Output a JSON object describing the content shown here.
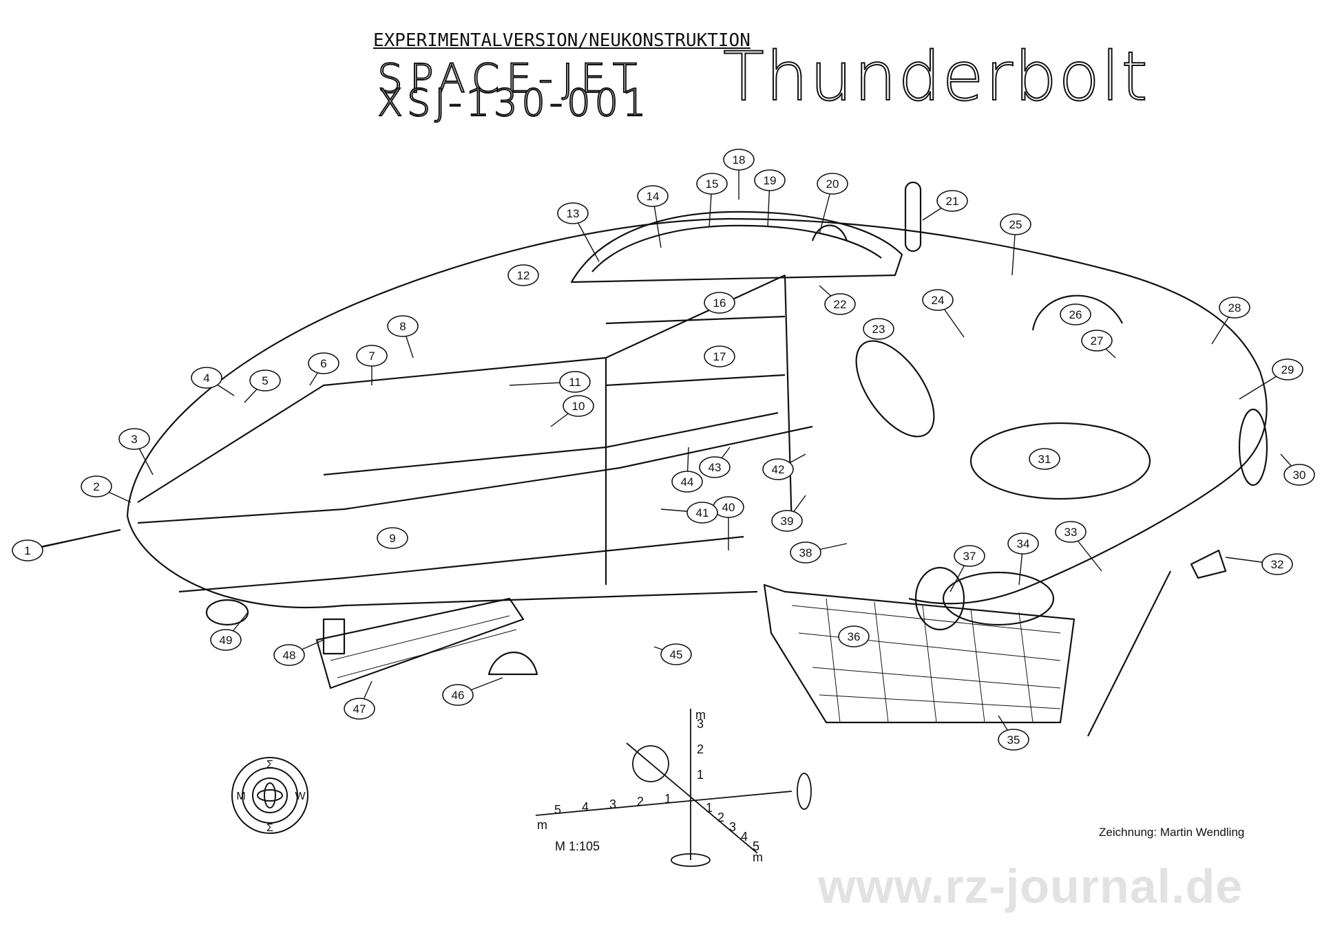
{
  "header": {
    "subtitle": "EXPERIMENTALVERSION/NEUKONSTRUKTION",
    "line1": "SPACE-JET",
    "line2": "XSJ-130-001",
    "name": "Thunderbolt"
  },
  "credit": "Zeichnung: Martin Wendling",
  "watermark": "www.rz-journal.de",
  "scale": {
    "label": "M 1:105",
    "unit": "m",
    "ticks": [
      "5",
      "4",
      "3",
      "2",
      "1"
    ],
    "vticks": [
      "3",
      "2",
      "1"
    ],
    "dticks": [
      "1",
      "2",
      "3",
      "4",
      "5"
    ]
  },
  "emblem_letters": [
    "Σ",
    "W",
    "Σ",
    "M"
  ],
  "callouts": [
    "1",
    "2",
    "3",
    "4",
    "5",
    "6",
    "7",
    "8",
    "9",
    "10",
    "11",
    "12",
    "13",
    "14",
    "15",
    "16",
    "17",
    "18",
    "19",
    "20",
    "21",
    "22",
    "23",
    "24",
    "25",
    "26",
    "27",
    "28",
    "29",
    "30",
    "31",
    "32",
    "33",
    "34",
    "35",
    "36",
    "37",
    "38",
    "39",
    "40",
    "41",
    "42",
    "43",
    "44",
    "45",
    "46",
    "47",
    "48",
    "49"
  ]
}
